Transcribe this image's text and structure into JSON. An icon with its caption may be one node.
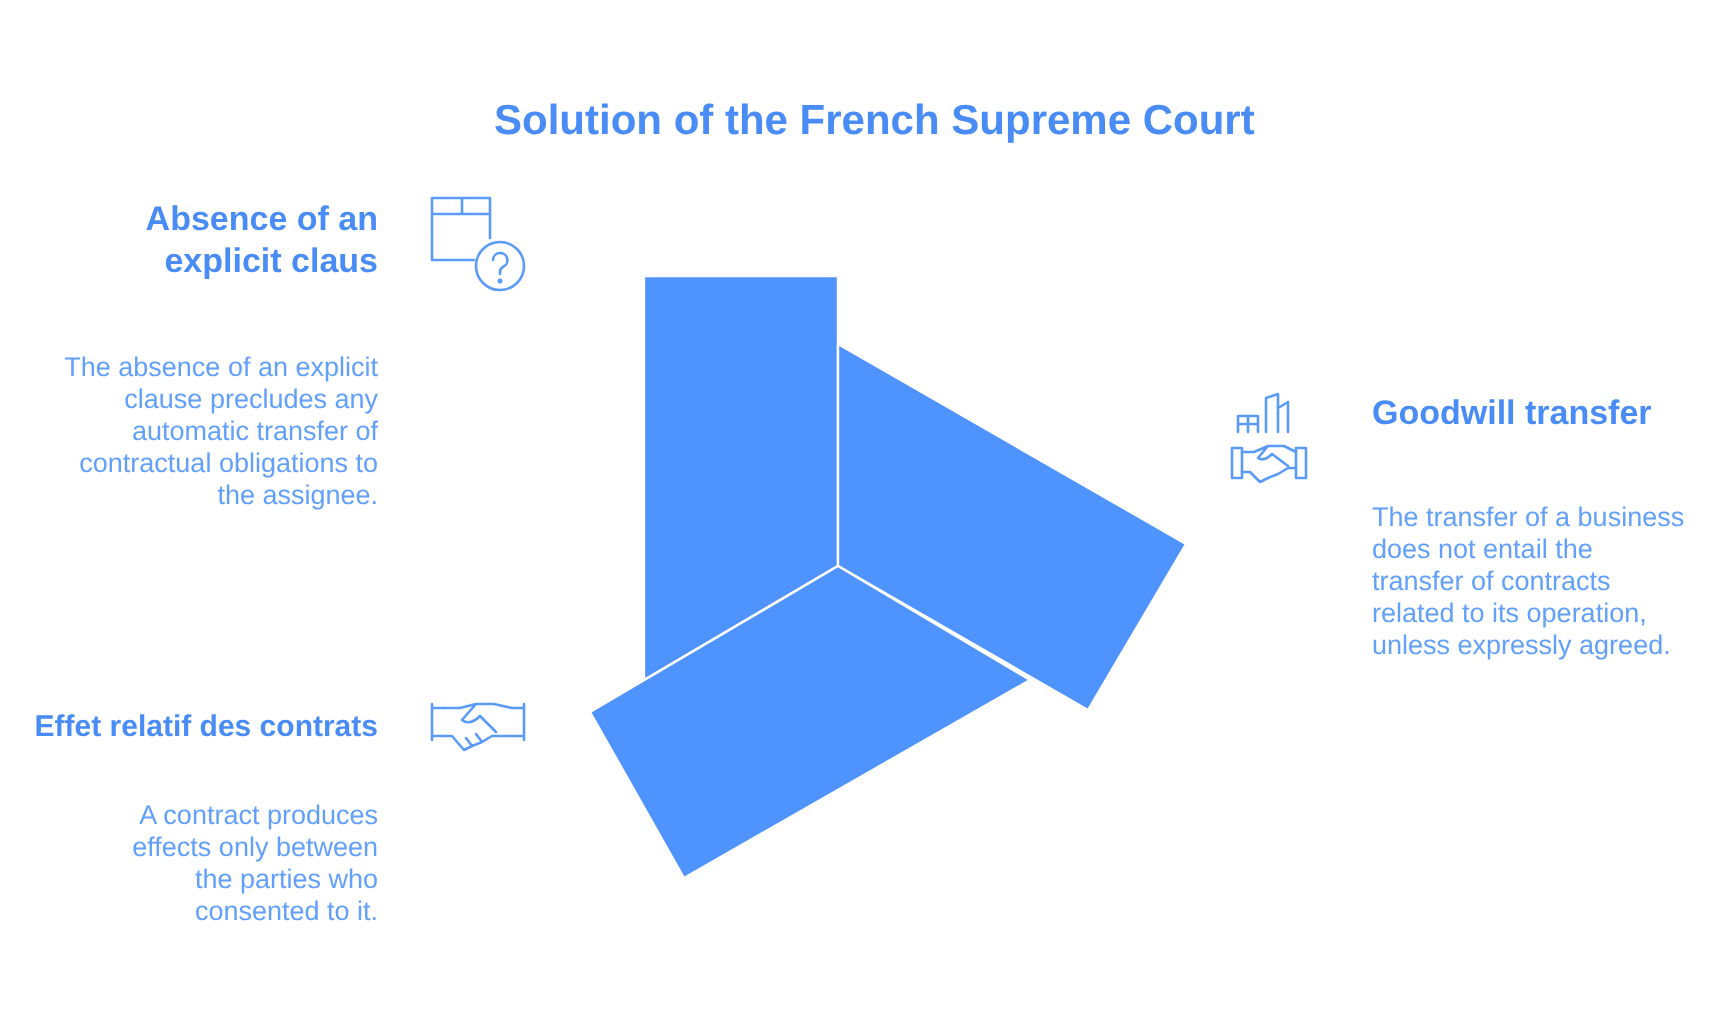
{
  "diagram": {
    "title": "Solution of the French Supreme Court",
    "labels": [
      "Absence of an explicit claus",
      "The absence of an explicit clause precludes any automatic transfer of contractual obligations to the assignee.",
      "Goodwill transfer",
      "The transfer of a business does not entail the transfer of contracts related to its operation, unless expressly agreed.",
      "Effet relatif des contrats",
      "A contract produces effects only between the parties who consented to it."
    ]
  }
}
